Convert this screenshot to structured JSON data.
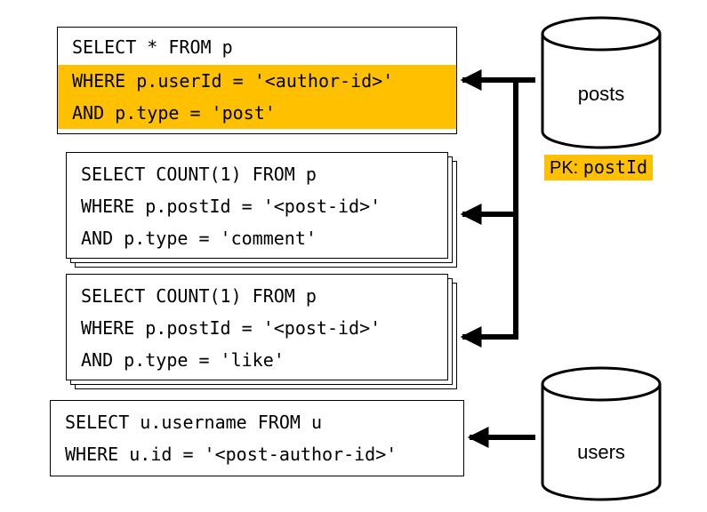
{
  "queries": {
    "q1": [
      "SELECT * FROM p",
      "WHERE p.userId = '<author-id>'",
      "AND p.type = 'post'"
    ],
    "q2": [
      "SELECT COUNT(1) FROM p",
      "WHERE p.postId = '<post-id>'",
      "AND p.type = 'comment'"
    ],
    "q3": [
      "SELECT COUNT(1) FROM p",
      "WHERE p.postId = '<post-id>'",
      "AND p.type = 'like'"
    ],
    "q4": [
      "SELECT u.username FROM u",
      "WHERE u.id = '<post-author-id>'"
    ]
  },
  "containers": {
    "posts": {
      "label": "posts",
      "pk_prefix": "PK: ",
      "pk_field": "postId"
    },
    "users": {
      "label": "users"
    }
  },
  "colors": {
    "highlight": "#ffc000",
    "stroke": "#000000"
  }
}
